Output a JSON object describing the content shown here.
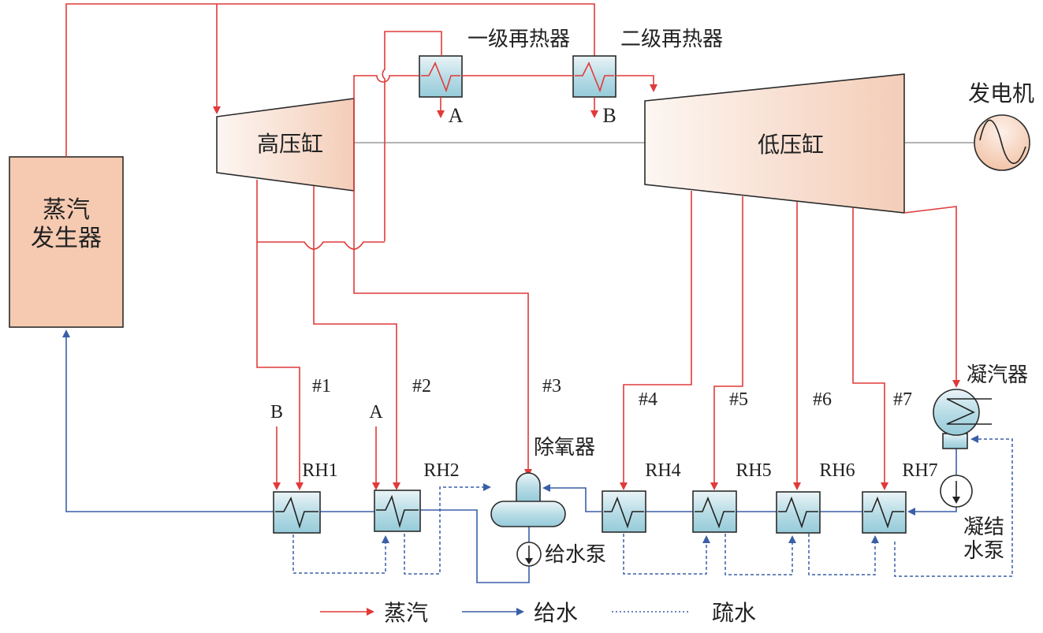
{
  "title": "核电机组热力系统流程图",
  "components": {
    "steam_generator": {
      "line1": "蒸汽",
      "line2": "发生器"
    },
    "hp_cylinder": "高压缸",
    "lp_cylinder": "低压缸",
    "generator": "发电机",
    "reheater_1": "一级再热器",
    "reheater_2": "二级再热器",
    "deaerator": "除氧器",
    "feed_pump": "给水泵",
    "condenser": "凝汽器",
    "condensate_pump": {
      "line1": "凝结",
      "line2": "水泵"
    }
  },
  "reheater_drains": {
    "a": "A",
    "b": "B"
  },
  "heater_inlets": {
    "a": "A",
    "b": "B"
  },
  "extractions": [
    "#1",
    "#2",
    "#3",
    "#4",
    "#5",
    "#6",
    "#7"
  ],
  "heaters": [
    "RH1",
    "RH2",
    "RH4",
    "RH5",
    "RH6",
    "RH7"
  ],
  "legend": [
    {
      "label": "蒸汽",
      "style": "solid-arrow",
      "color": "#e03a3a"
    },
    {
      "label": "给水",
      "style": "solid-arrow",
      "color": "#3a5fa8"
    },
    {
      "label": "疏水",
      "style": "dotted",
      "color": "#3a5fa8"
    }
  ],
  "colors": {
    "steam": "#e03a3a",
    "feedwater": "#3a5fa8",
    "drain": "#3a5fa8",
    "turbine_fill_light": "#fdf3ee",
    "turbine_fill_dark": "#f4cdb8",
    "steam_generator_fill": "#f5cab1",
    "heater_fill_top": "#e8f3f6",
    "heater_fill_bottom": "#9ccfdc"
  }
}
